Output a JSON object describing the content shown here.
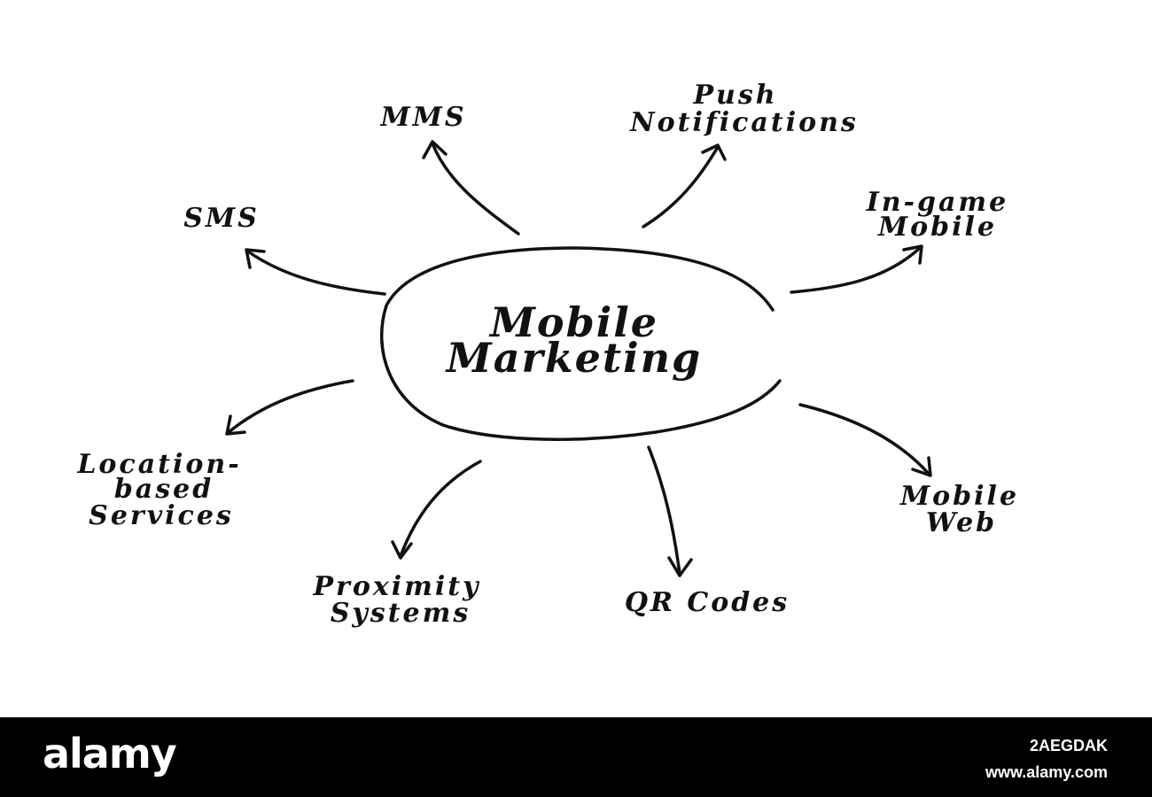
{
  "diagram": {
    "center": [
      "Mobile",
      "Marketing"
    ],
    "nodes": {
      "mms": [
        "MMS"
      ],
      "push": [
        "Push",
        "Notifications"
      ],
      "sms": [
        "SMS"
      ],
      "ingame": [
        "In-game",
        "Mobile"
      ],
      "location": [
        "Location-",
        "based",
        "Services"
      ],
      "mobileweb": [
        "Mobile",
        "Web"
      ],
      "proximity": [
        "Proximity",
        "Systems"
      ],
      "qr": [
        "QR Codes"
      ]
    }
  },
  "footer": {
    "brand": "alamy",
    "image_id": "2AEGDAK",
    "site": "www.alamy.com"
  },
  "colors": {
    "ink": "#111111",
    "background": "#ffffff",
    "footer_bg": "#000000",
    "footer_text": "#ffffff"
  }
}
